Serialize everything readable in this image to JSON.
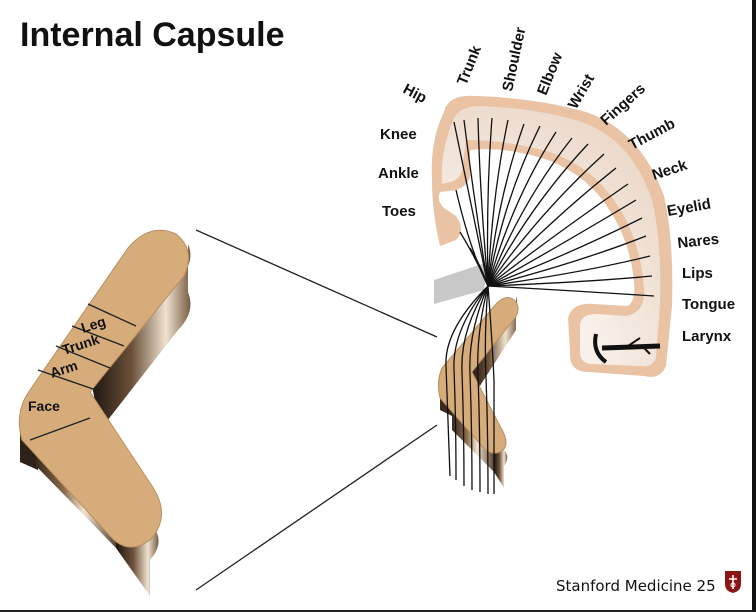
{
  "title": "Internal Capsule",
  "homunculus_labels": [
    "Hip",
    "Trunk",
    "Shoulder",
    "Elbow",
    "Wrist",
    "Fingers",
    "Thumb",
    "Neck",
    "Eyelid",
    "Nares",
    "Lips",
    "Tongue",
    "Larynx",
    "Knee",
    "Ankle",
    "Toes"
  ],
  "capsule_labels": [
    "Leg",
    "Trunk",
    "Arm",
    "Face"
  ],
  "footer": "Stanford Medicine 25",
  "colors": {
    "tan": "#d6ac7a",
    "cortex_border": "#e9c3a3",
    "fiber": "#111111",
    "shadow": "#4a3a2c"
  },
  "logo_icon": "stanford-medicine-shield-icon"
}
